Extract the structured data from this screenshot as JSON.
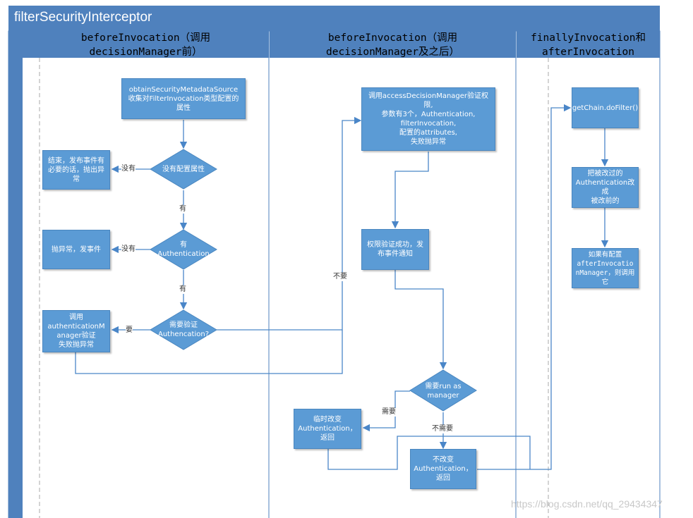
{
  "title": "filterSecurityInterceptor",
  "lanes": [
    {
      "line1": "beforeInvocation（调用",
      "line2": "decisionManager前）"
    },
    {
      "line1": "beforeInvocation（调用",
      "line2": "decisionManager及之后）"
    },
    {
      "line1": "finallyInvocation和",
      "line2": "afterInvocation"
    }
  ],
  "nodes": {
    "obtain": "obtainSecurityMetadataSource\n收集对FilterInvocation类型配置的属性",
    "end_publish": "结束，发布事件有必要的话，抛出异常",
    "throw_publish": "抛异常，发事件",
    "call_auth_mgr": "调用\nauthenticationManager验证\n失败抛异常",
    "access_decision": "调用accessDecisionManager验证权限,\n参数有3个，Authentication,\nfilterInvocation,\n配置的attributes,\n失败抛异常",
    "auth_success": "权限验证成功，发布事件通知",
    "temp_change": "临时改变\nAuthentication，返回",
    "no_change": "不改变\nAuthentication，返回",
    "do_filter": "getChain.doFilter()",
    "restore": "把被改过的\nAuthentication改成\n被改前的",
    "after_invocation": "如果有配置\nafterInvocationManager，则调用它"
  },
  "decisions": {
    "no_config": "没有配置属性",
    "has_auth": "有\nAuthentication",
    "need_auth": "需要验证\nAuthencation?",
    "need_runas": "需要run as\nmanager"
  },
  "edge_labels": {
    "none1": "没有",
    "has1": "有",
    "none2": "没有",
    "has2": "有",
    "need": "要",
    "not_need_auth": "不要",
    "need_runas_yes": "需要",
    "need_runas_no": "不需要"
  },
  "watermark": "https://blog.csdn.net/qq_29434347",
  "colors": {
    "lane": "#4f81bd",
    "node": "#5b9bd5",
    "line": "#4a86c8"
  }
}
